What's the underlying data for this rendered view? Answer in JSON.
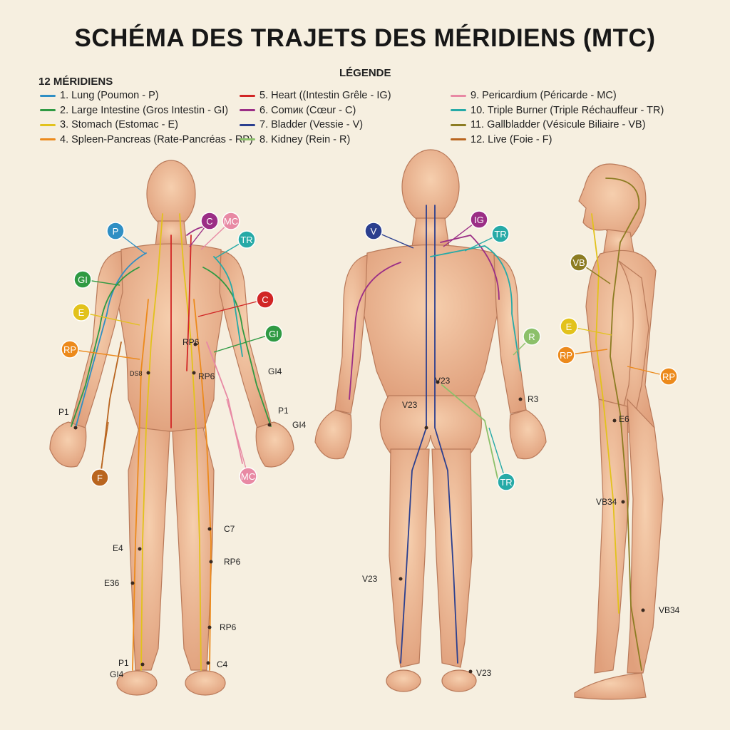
{
  "title": "SCHÉMA DES TRAJETS DES MÉRIDIENS (MTC)",
  "legend": {
    "heading_left": "12 MÉRIDIENS",
    "heading_center": "LÉGENDE",
    "items": [
      {
        "label": "1. Lung (Poumon - P)",
        "color": "#2f8fc4"
      },
      {
        "label": "2. Large Intestine (Gros Intestin - GI)",
        "color": "#2f9a43"
      },
      {
        "label": "3. Stomach (Estomac - E)",
        "color": "#e2c21c"
      },
      {
        "label": "4. Spleen-Pancreas (Rate-Pancréas - RP)",
        "color": "#ec8a1c"
      },
      {
        "label": "5. Heart ((Intestin Grêle - IG)",
        "color": "#d12525"
      },
      {
        "label": "6. Comик (Cœur - C)",
        "color": "#9b2e86"
      },
      {
        "label": "7. Bladder (Vessie - V)",
        "color": "#2b3f8f"
      },
      {
        "label": "8. Kidney (Rein - R)",
        "color": "#8cc06a"
      },
      {
        "label": "9. Pericardium (Péricarde - MC)",
        "color": "#e889a4"
      },
      {
        "label": "10. Triple Burner (Triple Réchauffeur - TR)",
        "color": "#26aaa7"
      },
      {
        "label": "11. Gallbladder (Vésicule Biliaire - VB)",
        "color": "#8c7c22"
      },
      {
        "label": "12. Live (Foie - F)",
        "color": "#b9651f"
      }
    ]
  },
  "badges": [
    {
      "text": "P",
      "color": "#2f8fc4"
    },
    {
      "text": "C",
      "color": "#9b2e86"
    },
    {
      "text": "MC",
      "color": "#e889a4"
    },
    {
      "text": "TR",
      "color": "#26aaa7"
    },
    {
      "text": "GI",
      "color": "#2f9a43"
    },
    {
      "text": "C",
      "color": "#d12525"
    },
    {
      "text": "E",
      "color": "#e2c21c"
    },
    {
      "text": "GI",
      "color": "#2f9a43"
    },
    {
      "text": "RP",
      "color": "#ec8a1c"
    },
    {
      "text": "F",
      "color": "#b9651f"
    },
    {
      "text": "MC",
      "color": "#e889a4"
    },
    {
      "text": "V",
      "color": "#2b3f8f"
    },
    {
      "text": "IG",
      "color": "#9b2e86"
    },
    {
      "text": "TR",
      "color": "#26aaa7"
    },
    {
      "text": "R",
      "color": "#8cc06a"
    },
    {
      "text": "TR",
      "color": "#26aaa7"
    },
    {
      "text": "VB",
      "color": "#8c7c22"
    },
    {
      "text": "E",
      "color": "#e2c21c"
    },
    {
      "text": "RP",
      "color": "#ec8a1c"
    },
    {
      "text": "RP",
      "color": "#ec8a1c"
    }
  ],
  "point_labels": [
    "RP6",
    "RP6",
    "DS8",
    "GI4",
    "P1",
    "P1",
    "GI4",
    "C7",
    "E4",
    "RP6",
    "E36",
    "RP6",
    "P1",
    "C4",
    "GI4",
    "V23",
    "V23",
    "R3",
    "V23",
    "V23",
    "E6",
    "VB34",
    "VB34"
  ]
}
